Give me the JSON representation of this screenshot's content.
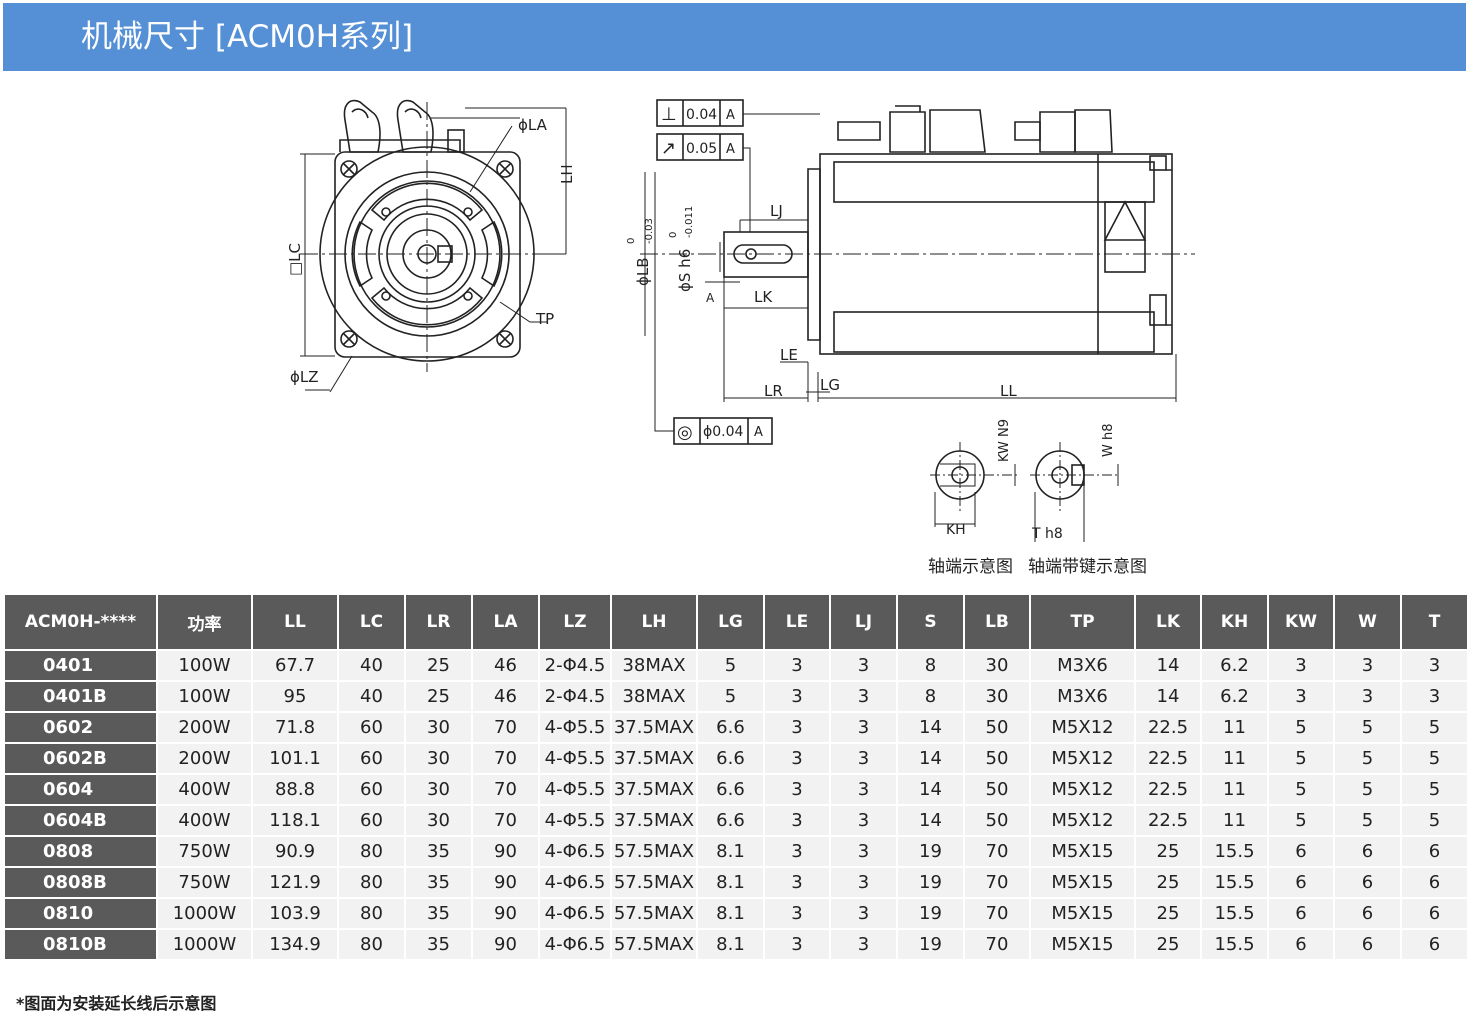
{
  "header": {
    "title": "机械尺寸 [ACM0H系列]"
  },
  "drawing": {
    "front_labels": {
      "la": "ϕLA",
      "lh": "LH",
      "lc": "□LC",
      "lz": "ϕLZ",
      "tp": "TP"
    },
    "side_labels": {
      "perp_sym": "⊥",
      "perp_val": "0.04",
      "perp_ref": "A",
      "run_sym": "↗",
      "run_val": "0.05",
      "run_ref": "A",
      "lj": "LJ",
      "lb": "ϕLB",
      "lb_tol_upper": "0",
      "lb_tol_lower": "-0.03",
      "s": "ϕS h6",
      "s_tol_upper": "0",
      "s_tol_lower": "-0.011",
      "datum": "A",
      "lk": "LK",
      "le": "LE",
      "lr": "LR",
      "lg": "LG",
      "ll": "LL",
      "conc_sym": "◎",
      "conc_val": "ϕ0.04",
      "conc_ref": "A"
    },
    "shaft_labels": {
      "kw": "KW N9",
      "kh": "KH",
      "caption1": "轴端示意图",
      "w": "W h8",
      "t": "T h8",
      "caption2": "轴端带键示意图"
    }
  },
  "table": {
    "headers": [
      "ACM0H-****",
      "功率",
      "LL",
      "LC",
      "LR",
      "LA",
      "LZ",
      "LH",
      "LG",
      "LE",
      "LJ",
      "S",
      "LB",
      "TP",
      "LK",
      "KH",
      "KW",
      "W",
      "T"
    ],
    "rows": [
      [
        "0401",
        "100W",
        "67.7",
        "40",
        "25",
        "46",
        "2-Φ4.5",
        "38MAX",
        "5",
        "3",
        "3",
        "8",
        "30",
        "M3X6",
        "14",
        "6.2",
        "3",
        "3",
        "3"
      ],
      [
        "0401B",
        "100W",
        "95",
        "40",
        "25",
        "46",
        "2-Φ4.5",
        "38MAX",
        "5",
        "3",
        "3",
        "8",
        "30",
        "M3X6",
        "14",
        "6.2",
        "3",
        "3",
        "3"
      ],
      [
        "0602",
        "200W",
        "71.8",
        "60",
        "30",
        "70",
        "4-Φ5.5",
        "37.5MAX",
        "6.6",
        "3",
        "3",
        "14",
        "50",
        "M5X12",
        "22.5",
        "11",
        "5",
        "5",
        "5"
      ],
      [
        "0602B",
        "200W",
        "101.1",
        "60",
        "30",
        "70",
        "4-Φ5.5",
        "37.5MAX",
        "6.6",
        "3",
        "3",
        "14",
        "50",
        "M5X12",
        "22.5",
        "11",
        "5",
        "5",
        "5"
      ],
      [
        "0604",
        "400W",
        "88.8",
        "60",
        "30",
        "70",
        "4-Φ5.5",
        "37.5MAX",
        "6.6",
        "3",
        "3",
        "14",
        "50",
        "M5X12",
        "22.5",
        "11",
        "5",
        "5",
        "5"
      ],
      [
        "0604B",
        "400W",
        "118.1",
        "60",
        "30",
        "70",
        "4-Φ5.5",
        "37.5MAX",
        "6.6",
        "3",
        "3",
        "14",
        "50",
        "M5X12",
        "22.5",
        "11",
        "5",
        "5",
        "5"
      ],
      [
        "0808",
        "750W",
        "90.9",
        "80",
        "35",
        "90",
        "4-Φ6.5",
        "57.5MAX",
        "8.1",
        "3",
        "3",
        "19",
        "70",
        "M5X15",
        "25",
        "15.5",
        "6",
        "6",
        "6"
      ],
      [
        "0808B",
        "750W",
        "121.9",
        "80",
        "35",
        "90",
        "4-Φ6.5",
        "57.5MAX",
        "8.1",
        "3",
        "3",
        "19",
        "70",
        "M5X15",
        "25",
        "15.5",
        "6",
        "6",
        "6"
      ],
      [
        "0810",
        "1000W",
        "103.9",
        "80",
        "35",
        "90",
        "4-Φ6.5",
        "57.5MAX",
        "8.1",
        "3",
        "3",
        "19",
        "70",
        "M5X15",
        "25",
        "15.5",
        "6",
        "6",
        "6"
      ],
      [
        "0810B",
        "1000W",
        "134.9",
        "80",
        "35",
        "90",
        "4-Φ6.5",
        "57.5MAX",
        "8.1",
        "3",
        "3",
        "19",
        "70",
        "M5X15",
        "25",
        "15.5",
        "6",
        "6",
        "6"
      ]
    ]
  },
  "footnote": "*图面为安装延长线后示意图"
}
